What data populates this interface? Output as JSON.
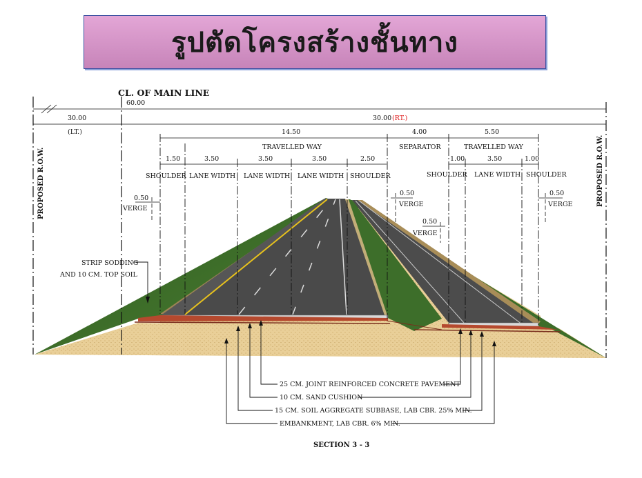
{
  "title": "รูปตัดโครงสร้างชั้นทาง",
  "centerline_label": "CL. OF MAIN LINE",
  "section_label": "SECTION 3 - 3",
  "row_label": "PROPOSED R.O.W.",
  "dimensions": {
    "total_width": "60.00",
    "left_half": "30.00",
    "left_tag": "(LT.)",
    "right_half": "30.00",
    "right_tag": "(RT.)",
    "main_carriageway": "14.50",
    "separator_width": "4.00",
    "frontage_width": "5.50",
    "shoulder_left": "1.50",
    "lane_1": "3.50",
    "lane_2": "3.50",
    "lane_3": "3.50",
    "shoulder_right": "2.50",
    "frontage_shoulder_left": "1.00",
    "frontage_lane": "3.50",
    "frontage_shoulder_right": "1.00",
    "verge_1": "0.50",
    "verge_2": "0.50",
    "verge_3": "0.50",
    "verge_4": "0.50"
  },
  "labels": {
    "travelled_way": "TRAVELLED WAY",
    "separator": "SEPARATOR",
    "travelled_way_2": "TRAVELLED WAY",
    "shoulder": "SHOULDER",
    "lane_width": "LANE WIDTH",
    "verge": "VERGE",
    "strip_sodding_1": "STRIP SODDING",
    "strip_sodding_2": "AND 10 CM. TOP SOIL"
  },
  "layers": {
    "pavement": "25 CM. JOINT REINFORCED CONCRETE PAVEMENT",
    "sand": "10 CM. SAND CUSHION",
    "subbase": "15 CM. SOIL AGGREGATE SUBBASE, LAB CBR. 25% MIN.",
    "embankment": "EMBANKMENT, LAB CBR. 6% MIN."
  },
  "colors": {
    "title_bg": "#d79bc9",
    "grass": "#3f6f2a",
    "asphalt": "#4a4a4a",
    "embankment": "#e8c98f",
    "lane_line_yellow": "#e8c21c",
    "red_text": "#d11111"
  }
}
